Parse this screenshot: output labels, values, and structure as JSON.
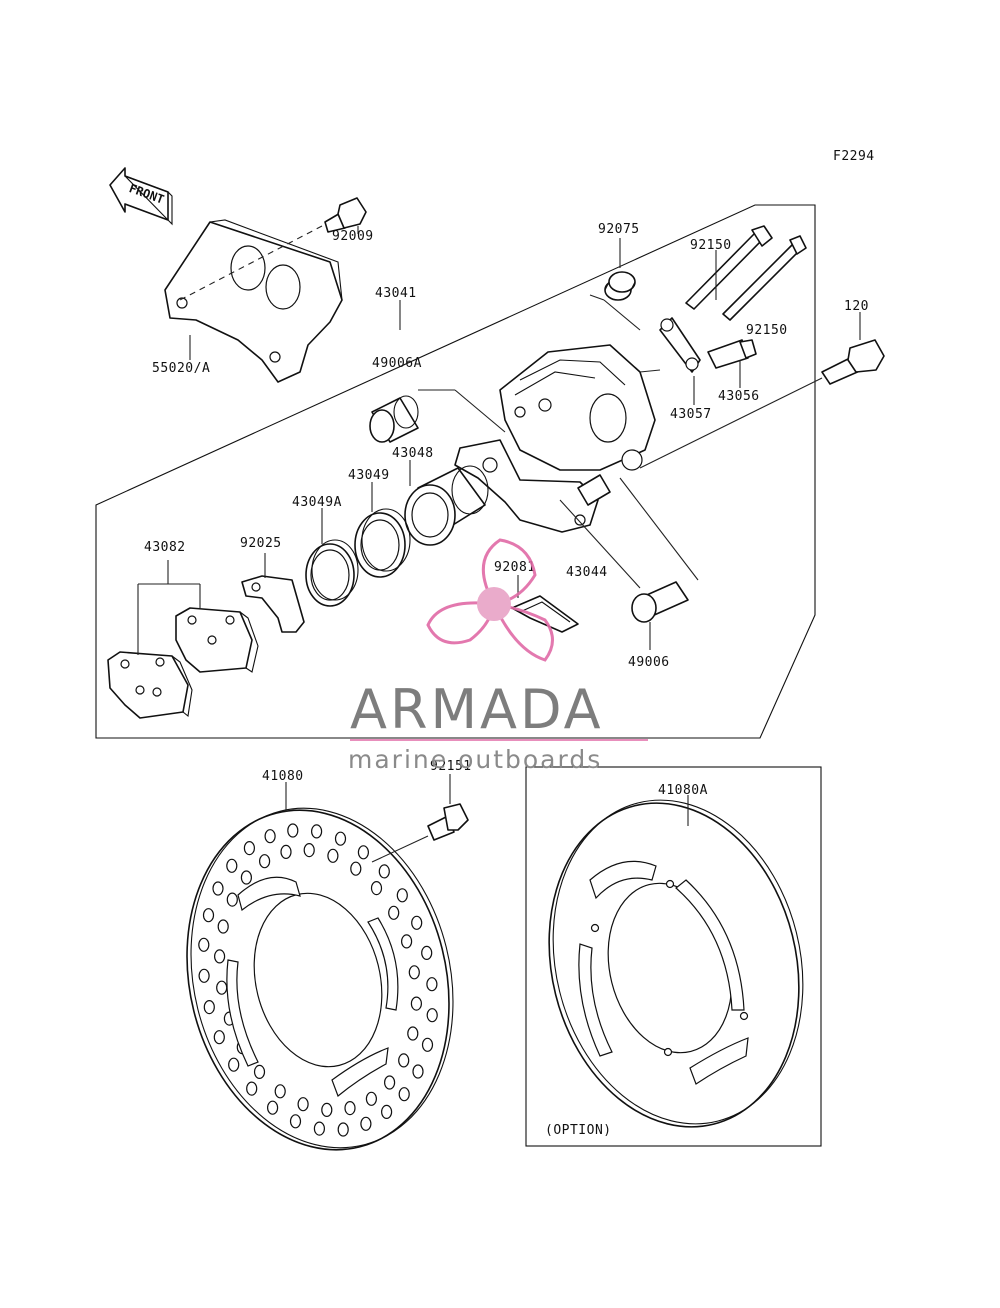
{
  "diagram_code": "F2294",
  "front_label": "FRONT",
  "option_label": "(OPTION)",
  "watermark": {
    "brand": "ARMADA",
    "tagline": "marine outboards",
    "brand_color": "#e06aa6",
    "text_color": "#7d7d7d"
  },
  "parts": [
    {
      "id": "p-92009",
      "label": "92009"
    },
    {
      "id": "p-55020a",
      "label": "55020/A"
    },
    {
      "id": "p-43041",
      "label": "43041"
    },
    {
      "id": "p-92075",
      "label": "92075"
    },
    {
      "id": "p-92150a",
      "label": "92150"
    },
    {
      "id": "p-92150b",
      "label": "92150"
    },
    {
      "id": "p-120",
      "label": "120"
    },
    {
      "id": "p-49006a",
      "label": "49006A"
    },
    {
      "id": "p-43056",
      "label": "43056"
    },
    {
      "id": "p-43057",
      "label": "43057"
    },
    {
      "id": "p-43048",
      "label": "43048"
    },
    {
      "id": "p-43049",
      "label": "43049"
    },
    {
      "id": "p-43049a",
      "label": "43049A"
    },
    {
      "id": "p-43082",
      "label": "43082"
    },
    {
      "id": "p-92025",
      "label": "92025"
    },
    {
      "id": "p-92081",
      "label": "92081"
    },
    {
      "id": "p-43044",
      "label": "43044"
    },
    {
      "id": "p-49006",
      "label": "49006"
    },
    {
      "id": "p-41080",
      "label": "41080"
    },
    {
      "id": "p-92151",
      "label": "92151"
    },
    {
      "id": "p-41080a",
      "label": "41080A"
    }
  ]
}
